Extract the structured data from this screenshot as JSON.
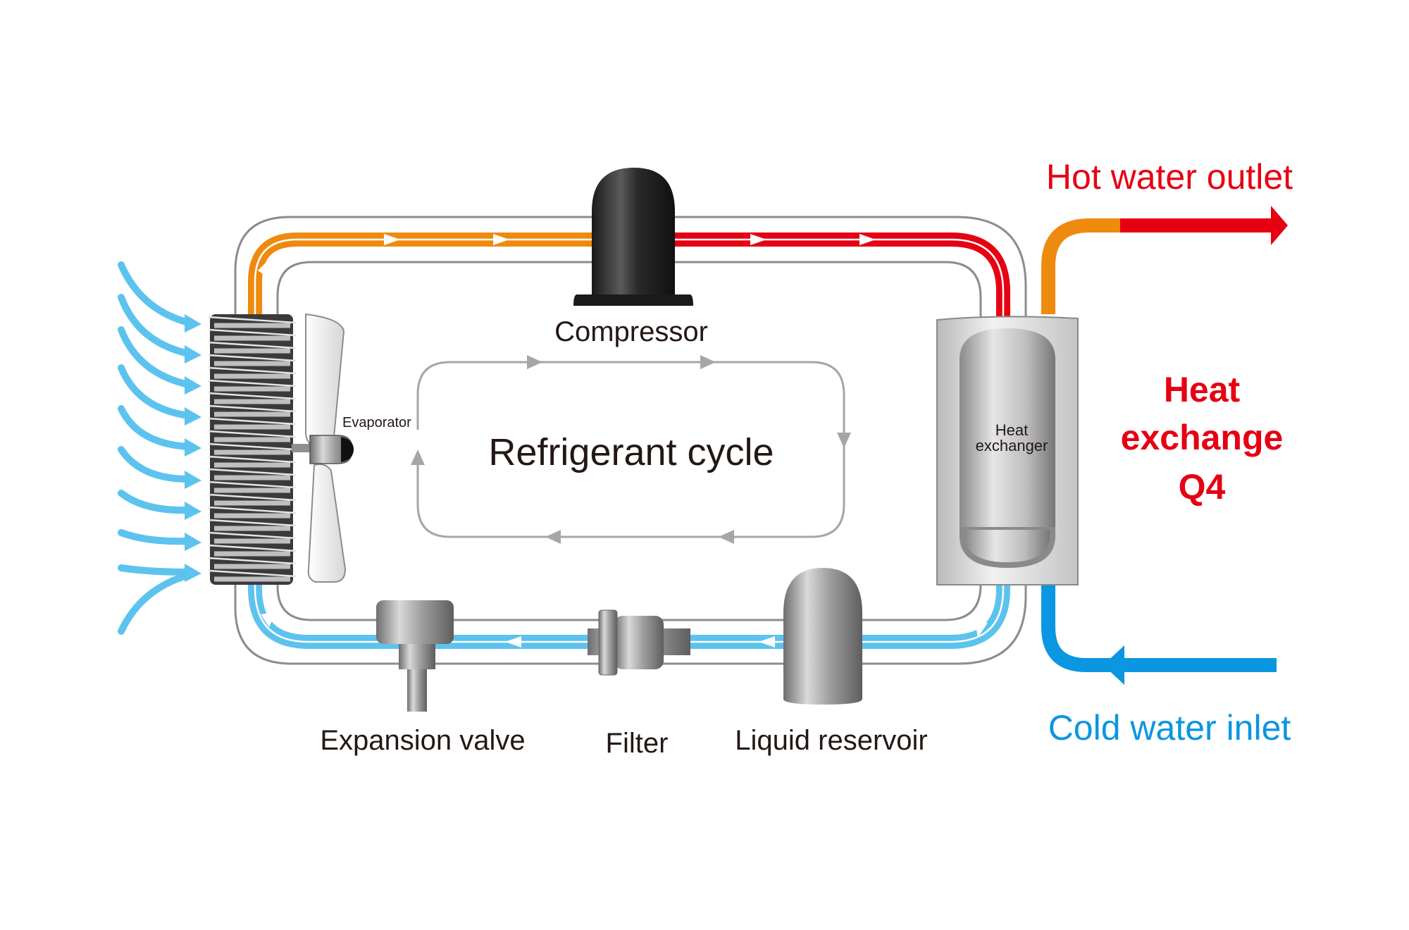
{
  "labels": {
    "compressor": "Compressor",
    "evaporator": "Evaporator",
    "cycle": "Refrigerant cycle",
    "heat_exchanger_1": "Heat",
    "heat_exchanger_2": "exchanger",
    "expansion_valve": "Expansion valve",
    "filter": "Filter",
    "liquid_reservoir": "Liquid reservoir",
    "hot_water_outlet": "Hot water outlet",
    "cold_water_inlet": "Cold water inlet",
    "heat_exchange_1": "Heat",
    "heat_exchange_2": "exchange",
    "heat_exchange_3": "Q4"
  },
  "colors": {
    "hot_pipe": "#e60012",
    "warm_pipe": "#ee8a0e",
    "cold_pipe": "#5cc3ee",
    "cold_water": "#0a96e0",
    "pipe_outline": "#8c8c8c",
    "cycle_arrow": "#a6a6a6",
    "label_dark": "#231815",
    "label_red": "#e60012",
    "label_blue": "#0a96e0"
  },
  "icons": [
    "compressor-icon",
    "evaporator-coil-icon",
    "fan-icon",
    "heat-exchanger-icon",
    "expansion-valve-icon",
    "filter-icon",
    "liquid-reservoir-icon",
    "airflow-arrow-icon"
  ]
}
